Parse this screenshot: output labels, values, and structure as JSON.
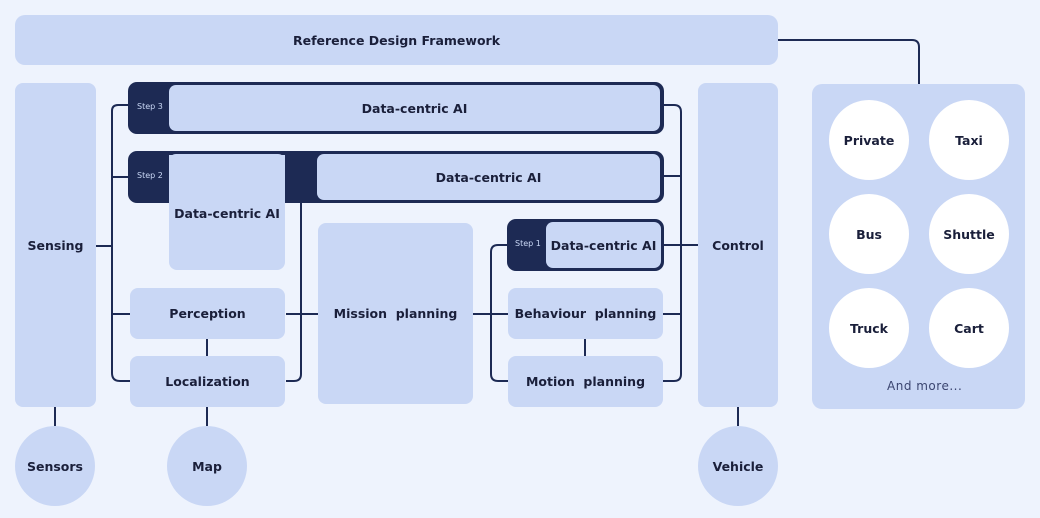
{
  "framework": "Reference Design Framework",
  "sensing": "Sensing",
  "control": "Control",
  "steps": {
    "step3": {
      "label": "Step 3",
      "title": "Data-centric AI"
    },
    "step2": {
      "label": "Step 2",
      "title_right": "Data-centric AI",
      "title_left": "Data-centric AI"
    },
    "step1": {
      "label": "Step 1",
      "title": "Data-centric AI"
    }
  },
  "modules": {
    "perception": "Perception",
    "localization": "Localization",
    "mission_planning": "Mission  planning",
    "behaviour_planning": "Behaviour  planning",
    "motion_planning": "Motion  planning"
  },
  "bottom": {
    "sensors": "Sensors",
    "map": "Map",
    "vehicle": "Vehicle"
  },
  "vehicle_types": [
    "Private",
    "Taxi",
    "Bus",
    "Shuttle",
    "Truck",
    "Cart"
  ],
  "and_more": "And more..."
}
